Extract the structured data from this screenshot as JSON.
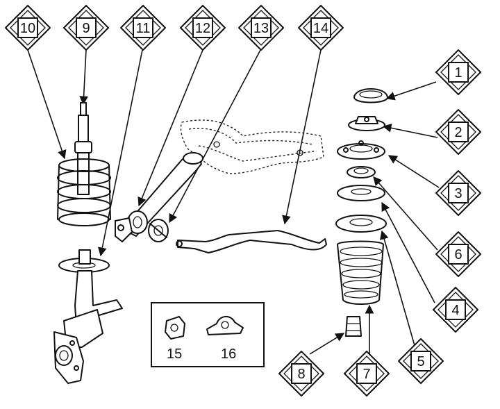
{
  "callouts": [
    {
      "id": "1",
      "label": "1"
    },
    {
      "id": "2",
      "label": "2"
    },
    {
      "id": "3",
      "label": "3"
    },
    {
      "id": "4",
      "label": "4"
    },
    {
      "id": "5",
      "label": "5"
    },
    {
      "id": "6",
      "label": "6"
    },
    {
      "id": "7",
      "label": "7"
    },
    {
      "id": "8",
      "label": "8"
    },
    {
      "id": "9",
      "label": "9"
    },
    {
      "id": "10",
      "label": "10"
    },
    {
      "id": "11",
      "label": "11"
    },
    {
      "id": "12",
      "label": "12"
    },
    {
      "id": "13",
      "label": "13"
    },
    {
      "id": "14",
      "label": "14"
    }
  ],
  "inset": {
    "item_a_label": "15",
    "item_b_label": "16"
  }
}
